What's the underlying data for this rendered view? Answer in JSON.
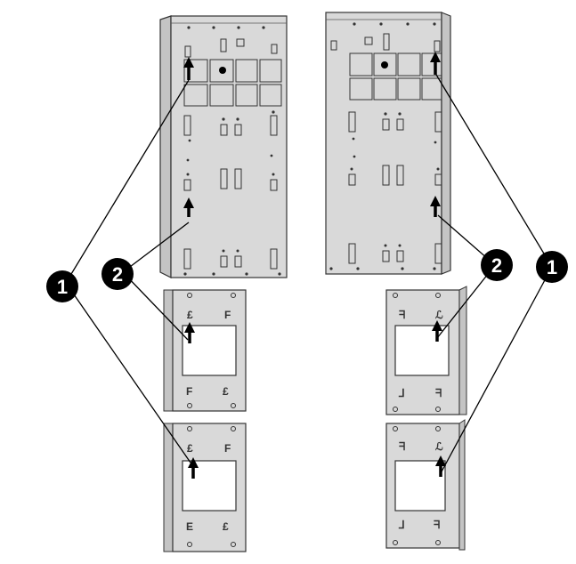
{
  "callouts": [
    {
      "id": "left-1",
      "label": "1"
    },
    {
      "id": "left-2",
      "label": "2"
    },
    {
      "id": "right-2",
      "label": "2"
    },
    {
      "id": "right-1",
      "label": "1"
    }
  ],
  "colors": {
    "panel_fill": "#d9d9d9",
    "panel_stroke": "#333333",
    "arrow": "#000000",
    "callout_fill": "#000000",
    "callout_text": "#ffffff"
  },
  "components": {
    "left_chassis": "chassis-left",
    "right_chassis": "chassis-right",
    "brackets": [
      "bracket-left-top",
      "bracket-left-bottom",
      "bracket-right-top",
      "bracket-right-bottom"
    ]
  }
}
